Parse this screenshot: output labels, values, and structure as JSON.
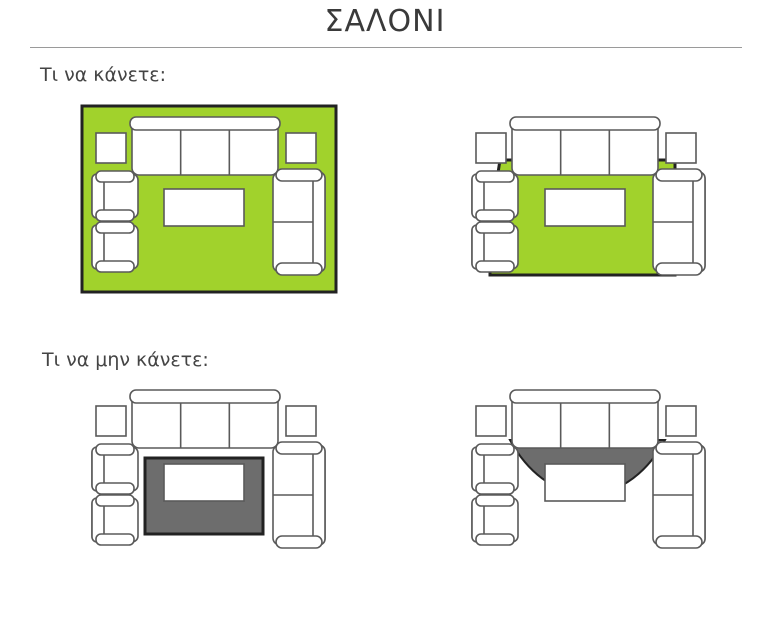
{
  "title": "ΣΑΛΟΝΙ",
  "sections": {
    "do_label": "Τι να κάνετε:",
    "dont_label": "Τι να μην κάνετε:"
  },
  "colors": {
    "rug_good": "#a1d22c",
    "rug_bad": "#6d6d6d",
    "rug_border": "#222222",
    "furniture_stroke": "#5a5a5a",
    "furniture_fill": "#ffffff",
    "divider": "#9a9a9a"
  }
}
